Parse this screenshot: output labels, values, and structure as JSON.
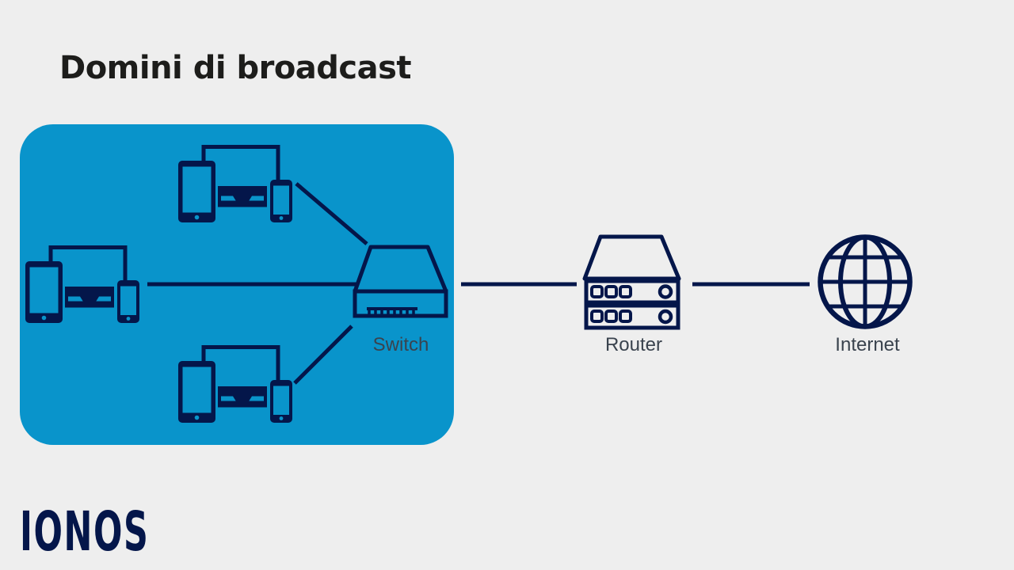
{
  "title": "Domini di broadcast",
  "domain_zone": {
    "name": "broadcast-domain",
    "device_group_count": 3
  },
  "nodes": {
    "switch": {
      "label": "Switch"
    },
    "router": {
      "label": "Router"
    },
    "internet": {
      "label": "Internet"
    }
  },
  "icons": {
    "device_group": "tablet-monitor-smartphone-icon",
    "switch": "network-switch-icon",
    "router": "router-rack-icon",
    "internet": "globe-icon",
    "logo": "ionos-wordmark"
  },
  "logo": {
    "text": "IONOS"
  },
  "colors": {
    "background": "#eeeeee",
    "domain_blue": "#0994cb",
    "navy": "#04164a",
    "label_text": "#3a434e",
    "title_text": "#1d1d1b"
  }
}
